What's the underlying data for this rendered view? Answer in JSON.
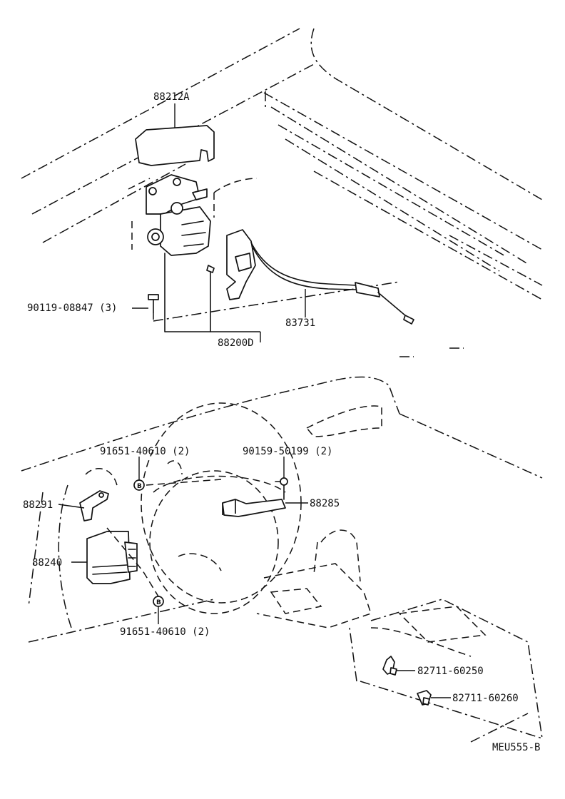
{
  "diagram": {
    "code": "MEU555-B",
    "parts": {
      "p88212A": "88212A",
      "p90119": "90119-08847 (3)",
      "p83731": "83731",
      "p88200D": "88200D",
      "p91651_top": "91651-40610 (2)",
      "p90159": "90159-50199 (2)",
      "p88291": "88291",
      "p88285": "88285",
      "p88240": "88240",
      "p91651_bottom": "91651-40610 (2)",
      "p82711_60250": "82711-60250",
      "p82711_60260": "82711-60260"
    },
    "marker": "B"
  }
}
